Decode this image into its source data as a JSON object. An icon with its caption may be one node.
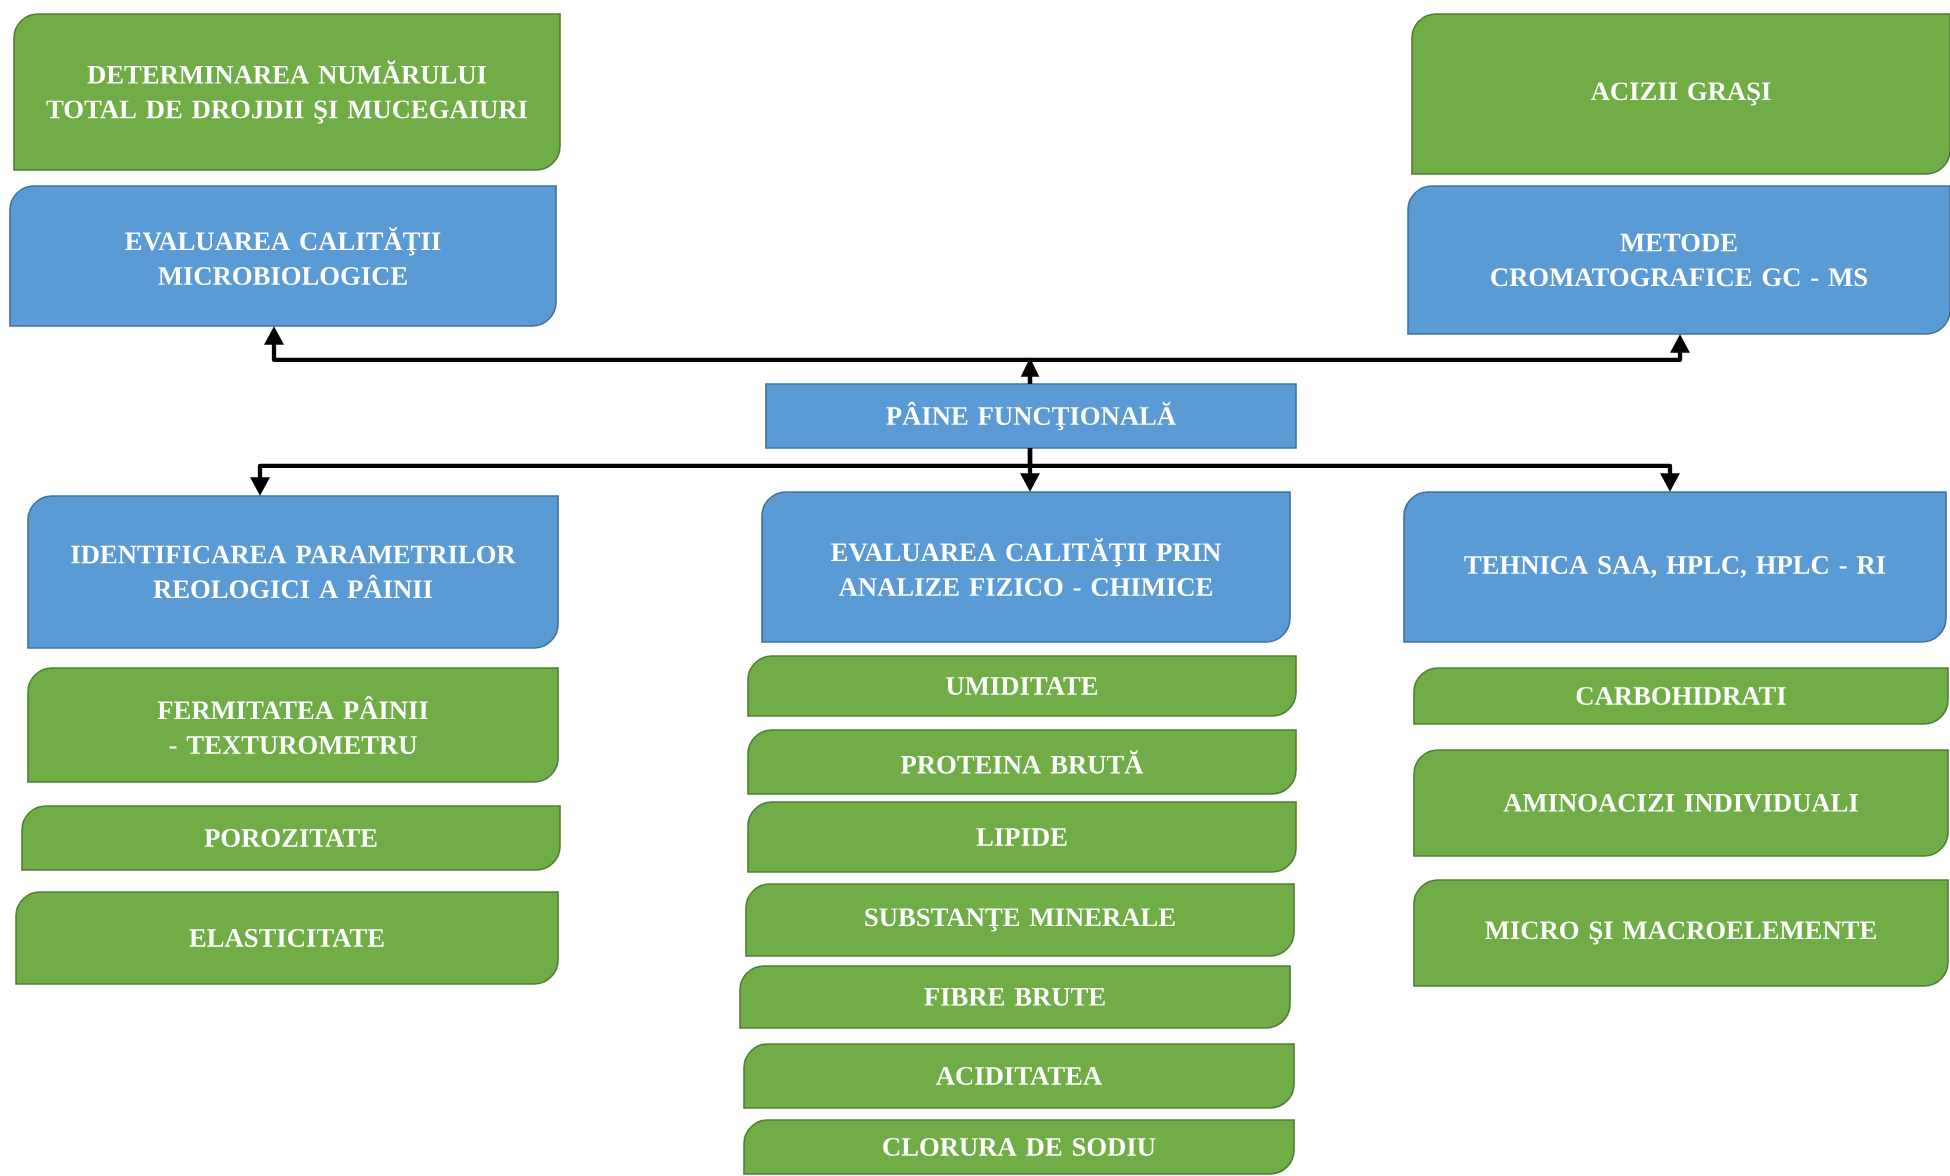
{
  "diagram": {
    "nodes": [
      {
        "text": [
          "DETERMINAREA NUMĂRULUI TOTAL DE DROJDII ŞI MUCEGAIURI"
        ]
      },
      {
        "text": [
          "EVALUAREA CALITĂŢII MICROBIOLOGICE"
        ]
      },
      {
        "text": [
          "ACIZII GRAŞI"
        ]
      },
      {
        "text": [
          "METODE CROMATOGRAFICE GC - MS"
        ]
      },
      {
        "text": [
          "PÂINE FUNCŢIONALĂ"
        ]
      },
      {
        "text": [
          "IDENTIFICAREA PARAMETRILOR REOLOGICI A PÂINII"
        ]
      },
      {
        "text": [
          "EVALUAREA CALITĂŢII PRIN ANALIZE FIZICO - CHIMICE"
        ]
      },
      {
        "text": [
          "TEHNICA SAA, HPLC, HPLC - RI"
        ]
      },
      {
        "text": [
          "FERMITATEA PÂINII - TEXTUROMETRU"
        ]
      },
      {
        "text": [
          "POROZITATE"
        ]
      },
      {
        "text": [
          "ELASTICITATE"
        ]
      },
      {
        "text": [
          "UMIDITATE"
        ]
      },
      {
        "text": [
          "PROTEINA BRUTĂ"
        ]
      },
      {
        "text": [
          "LIPIDE"
        ]
      },
      {
        "text": [
          "SUBSTANŢE MINERALE"
        ]
      },
      {
        "text": [
          "FIBRE BRUTE"
        ]
      },
      {
        "text": [
          "ACIDITATEA"
        ]
      },
      {
        "text": [
          "CLORURA DE SODIU"
        ]
      },
      {
        "text": [
          "CARBOHIDRATI"
        ]
      },
      {
        "text": [
          "AMINOACIZI INDIVIDUALI"
        ]
      },
      {
        "text": [
          "MICRO ŞI MACROELEMENTE"
        ]
      }
    ],
    "edges": [
      {
        "from": 4,
        "to": 1,
        "arrow": "to"
      },
      {
        "from": 4,
        "to": 3,
        "arrow": "to"
      },
      {
        "from": 4,
        "to": 5,
        "arrow": "to"
      },
      {
        "from": 4,
        "to": 6,
        "arrow": "to"
      },
      {
        "from": 4,
        "to": 7,
        "arrow": "to"
      }
    ]
  }
}
